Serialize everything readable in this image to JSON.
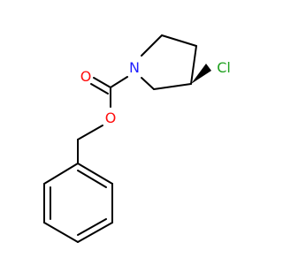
{
  "molecule": {
    "atoms": {
      "nitrogen": {
        "label": "N",
        "color": "#1f1fff"
      },
      "carbonyl_oxygen": {
        "label": "O",
        "color": "#ff0d0d"
      },
      "ester_oxygen": {
        "label": "O",
        "color": "#ff0d0d"
      },
      "chlorine": {
        "label": "Cl",
        "color": "#1fa01f"
      }
    },
    "bond_color": "#000000"
  }
}
